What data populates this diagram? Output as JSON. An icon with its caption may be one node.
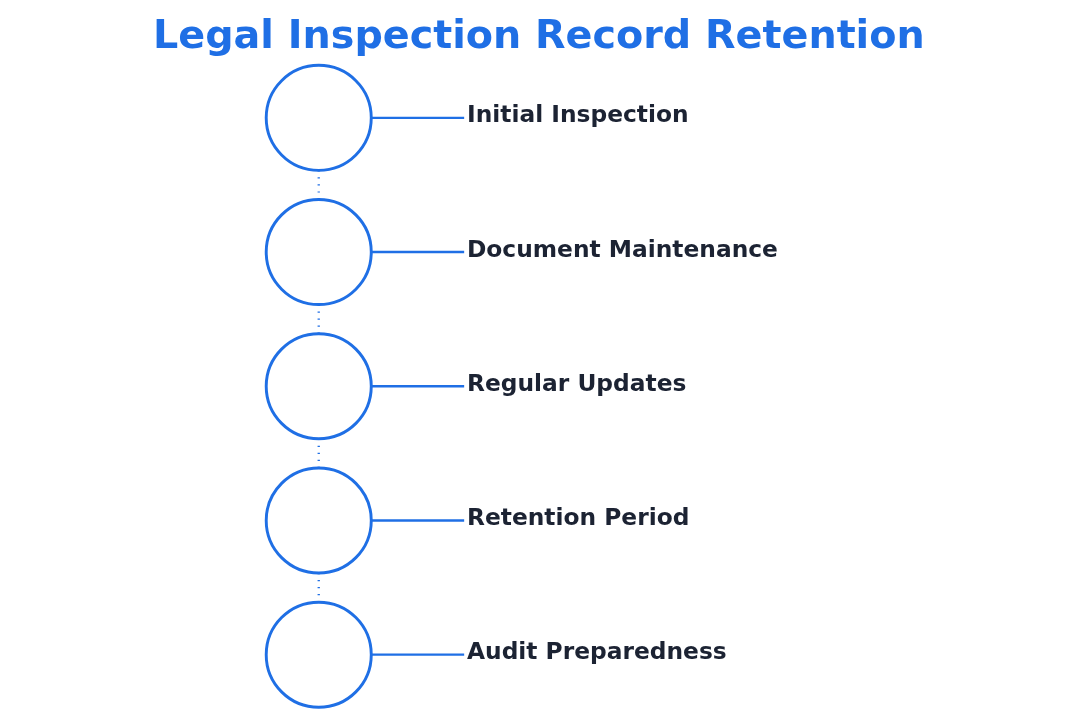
{
  "diagram": {
    "title": "Legal Inspection Record Retention",
    "nodes": [
      {
        "text": [],
        "shape": "circle"
      },
      {
        "text": [
          "Initial Inspection"
        ]
      },
      {
        "text": [],
        "shape": "circle"
      },
      {
        "text": [
          "Document Maintenance"
        ]
      },
      {
        "text": [],
        "shape": "circle"
      },
      {
        "text": [
          "Regular Updates"
        ]
      },
      {
        "text": [],
        "shape": "circle"
      },
      {
        "text": [
          "Retention Period"
        ]
      },
      {
        "text": [],
        "shape": "circle"
      },
      {
        "text": [
          "Audit Preparedness"
        ]
      }
    ],
    "edges": [
      {
        "from": 0,
        "to": 1,
        "arrow": "none"
      },
      {
        "from": 0,
        "to": 2,
        "arrow": "none",
        "style": "dashed"
      },
      {
        "from": 2,
        "to": 3,
        "arrow": "none"
      },
      {
        "from": 2,
        "to": 4,
        "arrow": "none",
        "style": "dashed"
      },
      {
        "from": 4,
        "to": 5,
        "arrow": "none"
      },
      {
        "from": 4,
        "to": 6,
        "arrow": "none",
        "style": "dashed"
      },
      {
        "from": 6,
        "to": 7,
        "arrow": "none"
      },
      {
        "from": 6,
        "to": 8,
        "arrow": "none",
        "style": "dashed"
      },
      {
        "from": 8,
        "to": 9,
        "arrow": "none"
      }
    ]
  }
}
